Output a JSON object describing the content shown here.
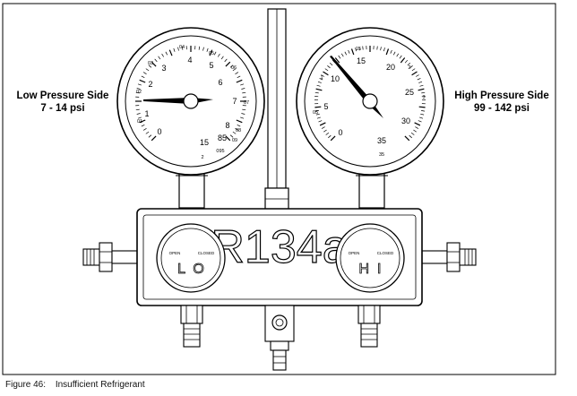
{
  "left_label": {
    "line1": "Low Pressure Side",
    "line2": "7 - 14 psi"
  },
  "right_label": {
    "line1": "High Pressure Side",
    "line2": "99 - 142 psi"
  },
  "manifold_text": "R134a",
  "low_knob": {
    "open": "OPEN",
    "closed": "CLOSED",
    "letters": "L  O"
  },
  "high_knob": {
    "open": "OPEN",
    "closed": "CLOSED",
    "letters": "H  I"
  },
  "low_gauge": {
    "outer_labels": [
      "4",
      "5",
      "6",
      "7",
      "8",
      "85",
      "15",
      "0",
      "1",
      "2",
      "3"
    ],
    "inner_labels": [
      "05",
      "06",
      "07",
      "08",
      "09",
      "095",
      "2",
      "01",
      "02",
      "03",
      "04"
    ],
    "needle_value": "1"
  },
  "high_gauge": {
    "outer_labels": [
      "15",
      "20",
      "25",
      "30",
      "35",
      "0",
      "5",
      "10"
    ],
    "inner_labels": [
      "2",
      "3",
      "35",
      "05",
      "1",
      "15"
    ]
  },
  "caption": {
    "number": "Figure 46:",
    "title": "Insufficient Refrigerant"
  }
}
